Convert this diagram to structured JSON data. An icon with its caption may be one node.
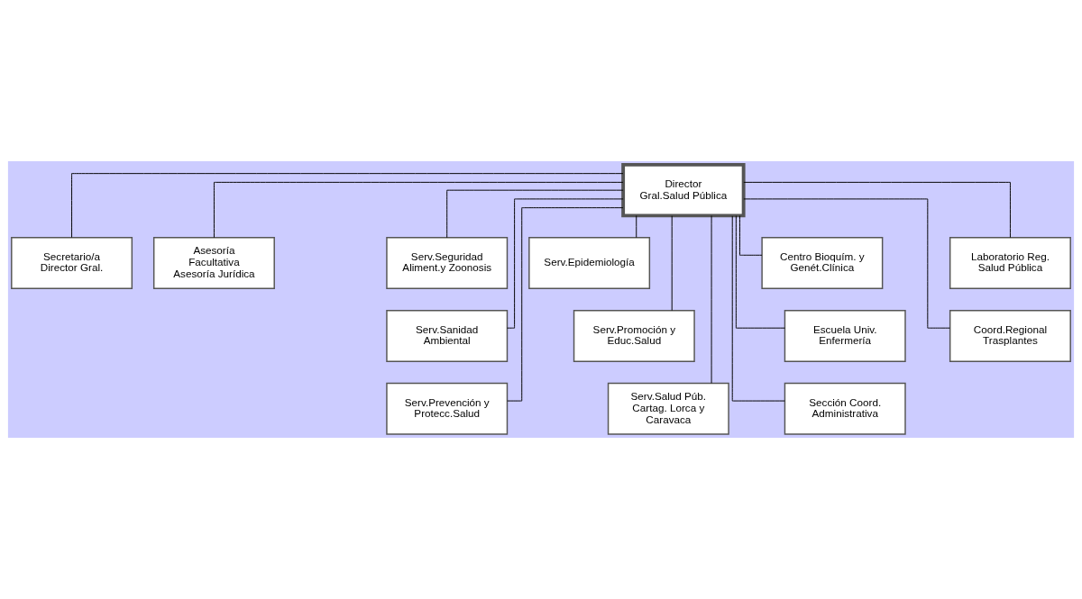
{
  "diagram": {
    "nodes": [
      {
        "text": [
          "Director Gral.Salud Pública"
        ]
      },
      {
        "text": [
          "Secretario/a Director Gral."
        ]
      },
      {
        "text": [
          "Asesoría Facultativa Asesoría Jurídica"
        ]
      },
      {
        "text": [
          "Serv.Seguridad Aliment.y Zoonosis"
        ]
      },
      {
        "text": [
          "Serv.Epidemiología"
        ]
      },
      {
        "text": [
          "Centro Bioquím. y Genét.Clínica"
        ]
      },
      {
        "text": [
          "Laboratorio Reg. Salud Pública"
        ]
      },
      {
        "text": [
          "Serv.Sanidad Ambiental"
        ]
      },
      {
        "text": [
          "Serv.Promoción y Educ.Salud"
        ]
      },
      {
        "text": [
          "Escuela Univ. Enfermería"
        ]
      },
      {
        "text": [
          "Coord.Regional Trasplantes"
        ]
      },
      {
        "text": [
          "Serv.Prevención y Protecc.Salud"
        ]
      },
      {
        "text": [
          "Serv.Salud Púb. Cartag. Lorca y Caravaca"
        ]
      },
      {
        "text": [
          "Sección Coord. Administrativa"
        ]
      }
    ],
    "edges": [
      {
        "from": 0,
        "to": 1,
        "arrow": "none"
      },
      {
        "from": 0,
        "to": 2,
        "arrow": "none"
      },
      {
        "from": 0,
        "to": 3,
        "arrow": "none"
      },
      {
        "from": 0,
        "to": 4,
        "arrow": "none"
      },
      {
        "from": 0,
        "to": 5,
        "arrow": "none"
      },
      {
        "from": 0,
        "to": 6,
        "arrow": "none"
      },
      {
        "from": 0,
        "to": 7,
        "arrow": "none"
      },
      {
        "from": 0,
        "to": 8,
        "arrow": "none"
      },
      {
        "from": 0,
        "to": 9,
        "arrow": "none"
      },
      {
        "from": 0,
        "to": 10,
        "arrow": "none"
      },
      {
        "from": 0,
        "to": 11,
        "arrow": "none"
      },
      {
        "from": 0,
        "to": 12,
        "arrow": "none"
      },
      {
        "from": 0,
        "to": 13,
        "arrow": "none"
      }
    ]
  }
}
